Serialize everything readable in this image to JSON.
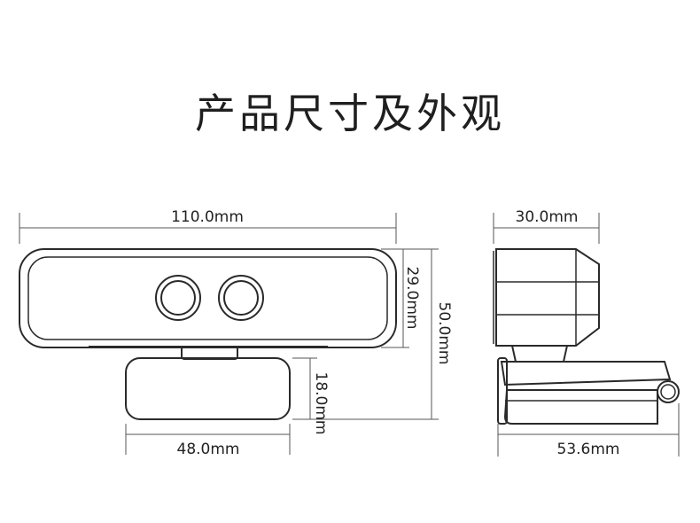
{
  "title": "产品尺寸及外观",
  "front_view": {
    "width_label": "110.0mm",
    "body_height_label": "29.0mm",
    "total_height_label": "50.0mm",
    "clip_height_label": "18.0mm",
    "clip_width_label": "48.0mm"
  },
  "side_view": {
    "depth_label": "30.0mm",
    "clip_depth_label": "53.6mm"
  }
}
